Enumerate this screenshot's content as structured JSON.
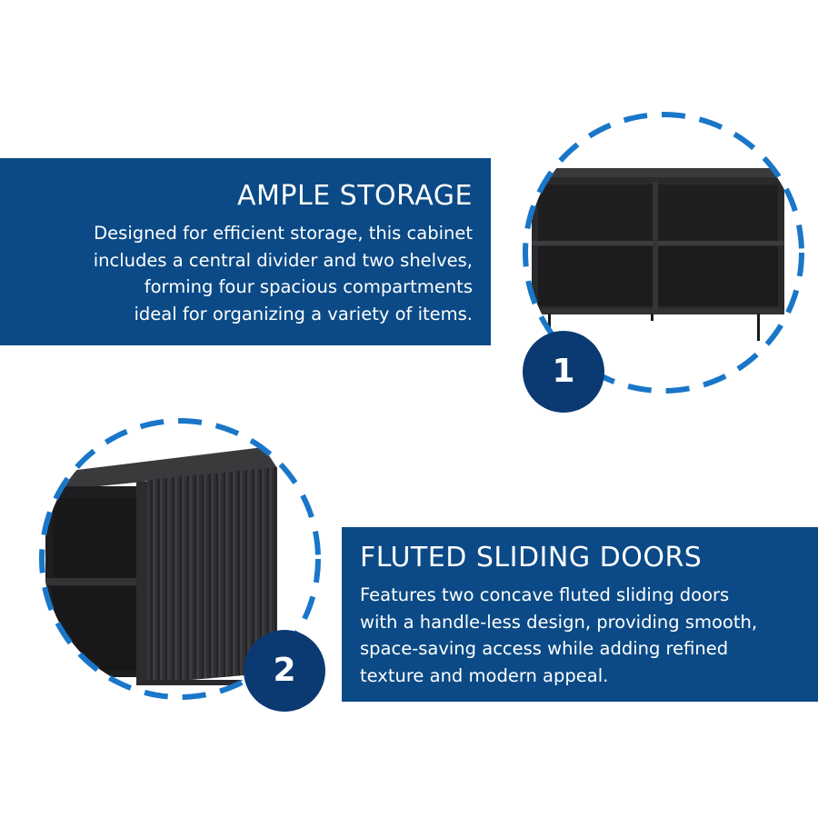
{
  "feature_1": {
    "title": "AMPLE STORAGE",
    "lines": [
      "Designed for efficient storage, this cabinet",
      "includes a central divider and two shelves,",
      "forming four spacious compartments",
      "ideal for organizing a variety of items."
    ],
    "badge": "1"
  },
  "feature_2": {
    "title": "FLUTED SLIDING DOORS",
    "lines": [
      "Features two concave fluted sliding doors",
      "with a handle-less design, providing smooth,",
      "space-saving access while adding refined",
      "texture and modern appeal."
    ],
    "badge": "2"
  },
  "colors": {
    "banner": "#0b4a86",
    "badge": "#0b3a72",
    "dashed_ring": "#1976c8",
    "cabinet": "#2b2b2d"
  },
  "icons": [
    "dashed-ring",
    "cabinet-open-shelves-image",
    "cabinet-fluted-door-image"
  ]
}
